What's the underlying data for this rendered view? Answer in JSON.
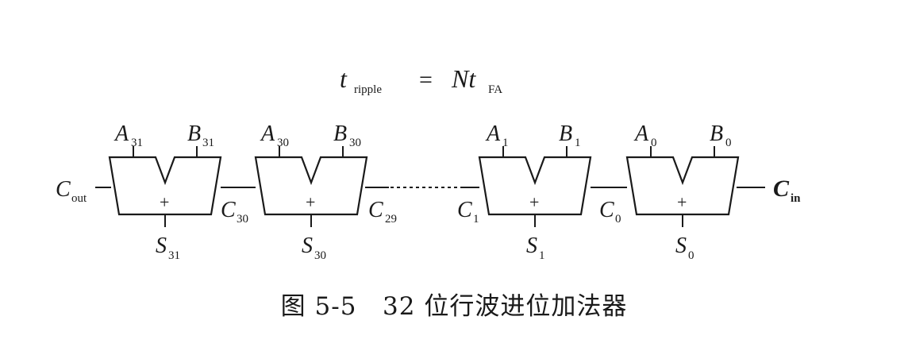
{
  "formula": {
    "lhs_var": "t",
    "lhs_sub": "ripple",
    "eq": "=",
    "rhs_var": "Nt",
    "rhs_sub": "FA"
  },
  "caption": {
    "figure_no": "图 5-5",
    "title": "32 位行波进位加法器"
  },
  "adders": [
    {
      "a": "A",
      "a_sub": "31",
      "b": "B",
      "b_sub": "31",
      "s": "S",
      "s_sub": "31",
      "op": "+"
    },
    {
      "a": "A",
      "a_sub": "30",
      "b": "B",
      "b_sub": "30",
      "s": "S",
      "s_sub": "30",
      "op": "+"
    },
    {
      "a": "A",
      "a_sub": "1",
      "b": "B",
      "b_sub": "1",
      "s": "S",
      "s_sub": "1",
      "op": "+"
    },
    {
      "a": "A",
      "a_sub": "0",
      "b": "B",
      "b_sub": "0",
      "s": "S",
      "s_sub": "0",
      "op": "+"
    }
  ],
  "carries": {
    "cout": {
      "v": "C",
      "sub": "out"
    },
    "c30": {
      "v": "C",
      "sub": "30"
    },
    "c29": {
      "v": "C",
      "sub": "29"
    },
    "c1": {
      "v": "C",
      "sub": "1"
    },
    "c0": {
      "v": "C",
      "sub": "0"
    },
    "cin": {
      "v": "C",
      "sub": "in"
    }
  }
}
